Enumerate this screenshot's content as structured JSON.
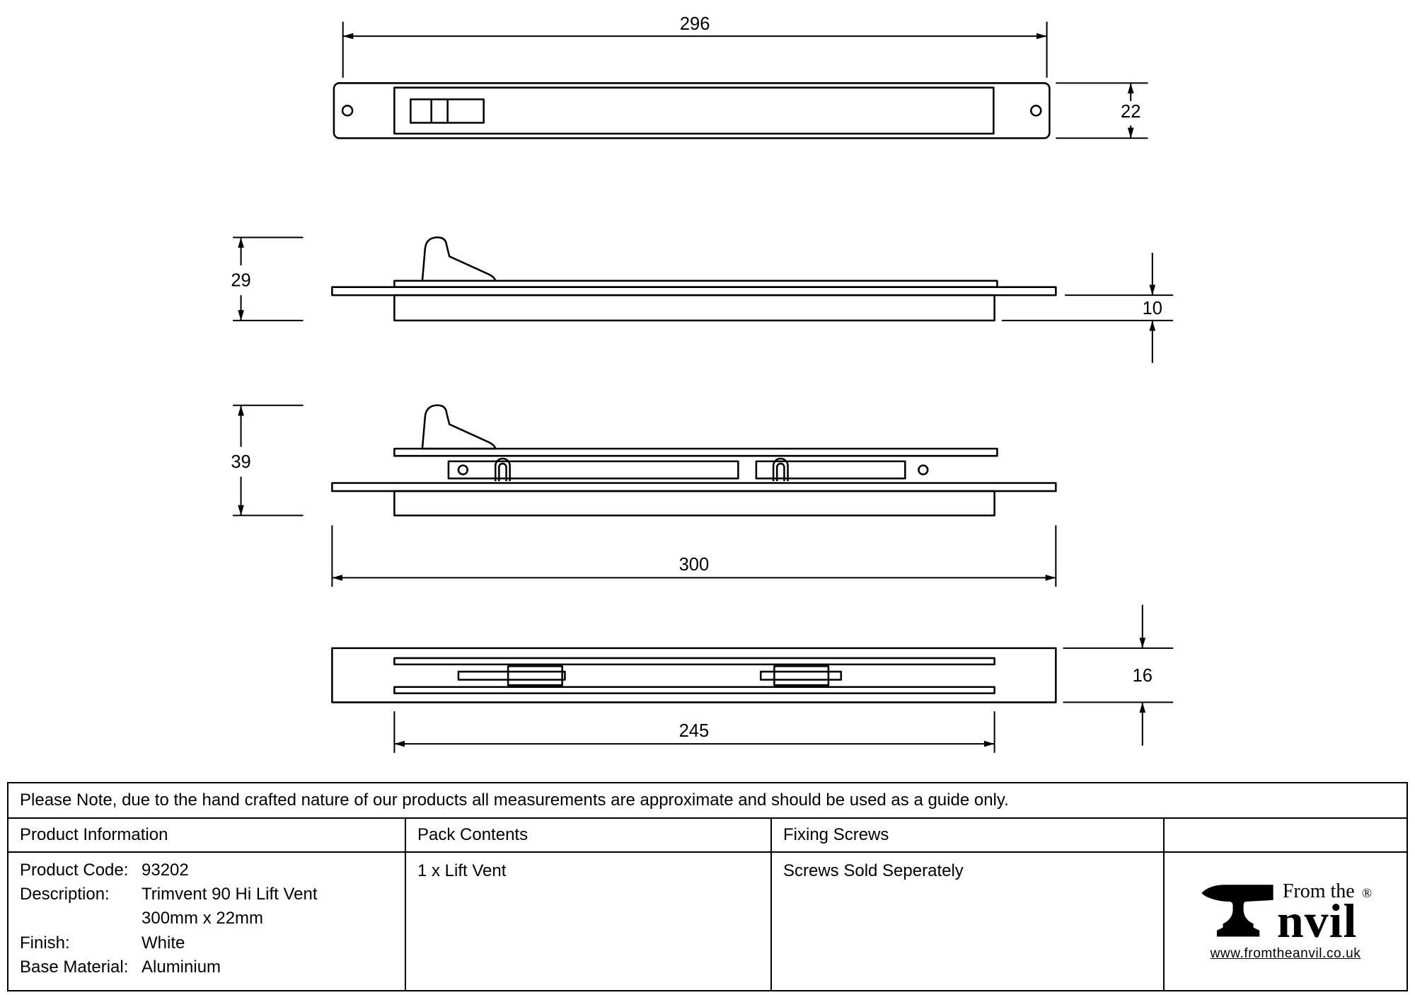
{
  "drawing": {
    "dims": {
      "front_width": "296",
      "front_height": "22",
      "side_closed_height": "29",
      "side_depth": "10",
      "side_open_height": "39",
      "overall_length": "300",
      "underside_depth": "16",
      "cutout_length": "245"
    }
  },
  "note": "Please Note, due to the hand crafted nature of our products all measurements are approximate and should be used as a guide only.",
  "table": {
    "product_information": {
      "header": "Product Information",
      "rows": [
        {
          "label": "Product Code:",
          "value": "93202"
        },
        {
          "label": "Description:",
          "value": "Trimvent 90 Hi Lift Vent"
        },
        {
          "label": "",
          "value": "300mm x 22mm"
        },
        {
          "label": "Finish:",
          "value": "White"
        },
        {
          "label": "Base Material:",
          "value": "Aluminium"
        }
      ]
    },
    "pack_contents": {
      "header": "Pack Contents",
      "value": "1 x Lift Vent"
    },
    "fixing_screws": {
      "header": "Fixing Screws",
      "value": "Screws Sold Seperately"
    }
  },
  "logo": {
    "prefix": "From the",
    "suffix": "nvil",
    "registered": "®",
    "website": "www.fromtheanvil.co.uk"
  }
}
